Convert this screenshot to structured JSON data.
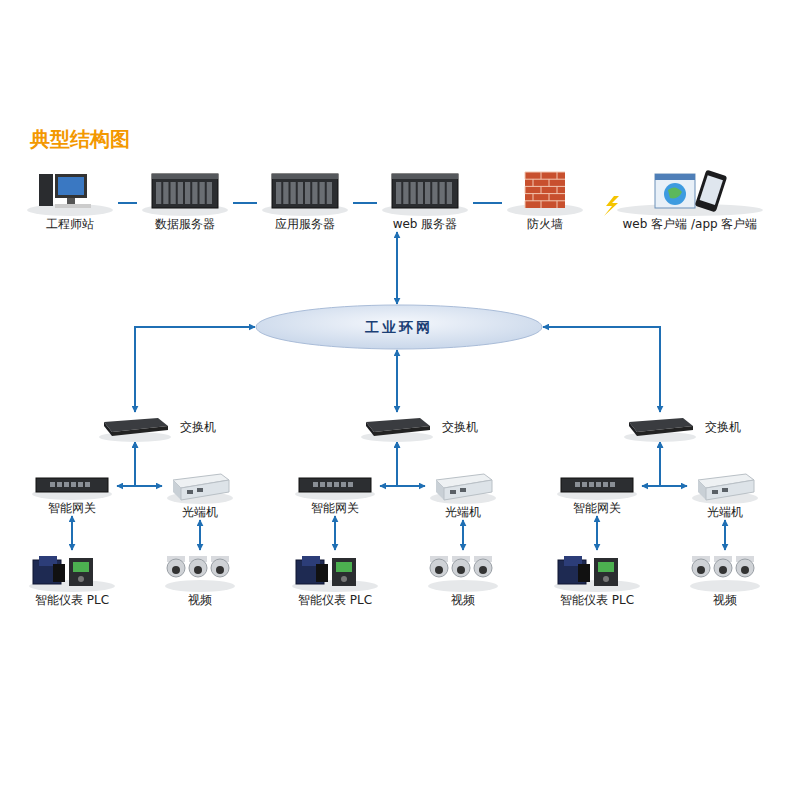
{
  "diagram": {
    "title": "典型结构图",
    "nodes": [
      {
        "text": [
          "工程师站"
        ]
      },
      {
        "text": [
          "数据服务器"
        ]
      },
      {
        "text": [
          "应用服务器"
        ]
      },
      {
        "text": [
          "web 服务器"
        ]
      },
      {
        "text": [
          "防火墙"
        ]
      },
      {
        "text": [
          "web 客户端 /app 客户端"
        ]
      },
      {
        "text": [
          "工业环网"
        ]
      },
      {
        "text": [
          "交换机"
        ]
      },
      {
        "text": [
          "交换机"
        ]
      },
      {
        "text": [
          "交换机"
        ]
      },
      {
        "text": [
          "智能网关"
        ]
      },
      {
        "text": [
          "光端机"
        ]
      },
      {
        "text": [
          "智能网关"
        ]
      },
      {
        "text": [
          "光端机"
        ]
      },
      {
        "text": [
          "智能网关"
        ]
      },
      {
        "text": [
          "光端机"
        ]
      },
      {
        "text": [
          "智能仪表 PLC"
        ]
      },
      {
        "text": [
          "视频"
        ]
      },
      {
        "text": [
          "智能仪表 PLC"
        ]
      },
      {
        "text": [
          "视频"
        ]
      },
      {
        "text": [
          "智能仪表 PLC"
        ]
      },
      {
        "text": [
          "视频"
        ]
      }
    ],
    "edges": [
      {
        "from": 0,
        "to": 1,
        "arrow": "none"
      },
      {
        "from": 1,
        "to": 2,
        "arrow": "none"
      },
      {
        "from": 2,
        "to": 3,
        "arrow": "none"
      },
      {
        "from": 3,
        "to": 4,
        "arrow": "none"
      },
      {
        "from": 3,
        "to": 6,
        "arrow": "both"
      },
      {
        "from": 6,
        "to": 7,
        "arrow": "both"
      },
      {
        "from": 6,
        "to": 8,
        "arrow": "both"
      },
      {
        "from": 6,
        "to": 9,
        "arrow": "both"
      },
      {
        "from": 10,
        "to": 11,
        "arrow": "none"
      },
      {
        "from": 7,
        "to": 10,
        "arrow": "both"
      },
      {
        "from": 7,
        "to": 11,
        "arrow": "both"
      },
      {
        "from": 10,
        "to": 16,
        "arrow": "both"
      },
      {
        "from": 11,
        "to": 17,
        "arrow": "both"
      },
      {
        "from": 12,
        "to": 13,
        "arrow": "none"
      },
      {
        "from": 8,
        "to": 12,
        "arrow": "both"
      },
      {
        "from": 8,
        "to": 13,
        "arrow": "both"
      },
      {
        "from": 12,
        "to": 18,
        "arrow": "both"
      },
      {
        "from": 13,
        "to": 19,
        "arrow": "both"
      },
      {
        "from": 14,
        "to": 15,
        "arrow": "none"
      },
      {
        "from": 9,
        "to": 14,
        "arrow": "both"
      },
      {
        "from": 9,
        "to": 15,
        "arrow": "both"
      },
      {
        "from": 14,
        "to": 20,
        "arrow": "both"
      },
      {
        "from": 15,
        "to": 21,
        "arrow": "both"
      }
    ]
  }
}
